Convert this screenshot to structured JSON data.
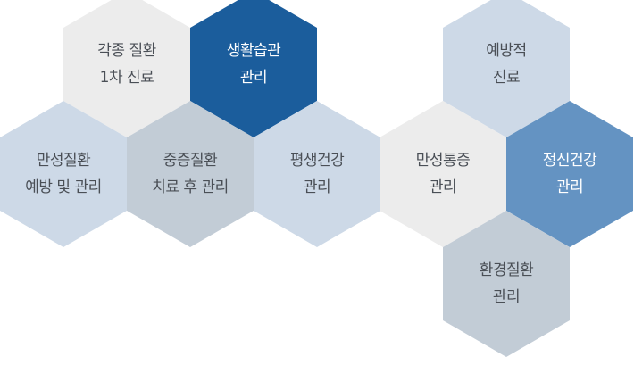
{
  "colors": {
    "white_gray": "#ececec",
    "light_blue": "#cdd9e7",
    "gray_blue": "#c2ccd6",
    "dark_blue": "#1b5d9c",
    "mid_blue": "#6493c2",
    "text_dark": "#4a4f56",
    "text_light": "#ffffff"
  },
  "hexagons": [
    {
      "id": "hex-primary-care",
      "line1": "각종 질환",
      "line2": "1차 진료",
      "fill": "#ececec",
      "text": "dark"
    },
    {
      "id": "hex-lifestyle",
      "line1": "생활습관",
      "line2": "관리",
      "fill": "#1b5d9c",
      "text": "light"
    },
    {
      "id": "hex-chronic-prevention",
      "line1": "만성질환",
      "line2": "예방 및 관리",
      "fill": "#cdd9e7",
      "text": "dark"
    },
    {
      "id": "hex-severe-aftercare",
      "line1": "중증질환",
      "line2": "치료 후 관리",
      "fill": "#c2ccd6",
      "text": "dark"
    },
    {
      "id": "hex-lifelong-health",
      "line1": "평생건강",
      "line2": "관리",
      "fill": "#cdd9e7",
      "text": "dark"
    },
    {
      "id": "hex-preventive",
      "line1": "예방적",
      "line2": "진료",
      "fill": "#cdd9e7",
      "text": "dark"
    },
    {
      "id": "hex-chronic-pain",
      "line1": "만성통증",
      "line2": "관리",
      "fill": "#ececec",
      "text": "dark"
    },
    {
      "id": "hex-mental-health",
      "line1": "정신건강",
      "line2": "관리",
      "fill": "#6493c2",
      "text": "light"
    },
    {
      "id": "hex-environmental",
      "line1": "환경질환",
      "line2": "관리",
      "fill": "#c2ccd6",
      "text": "dark"
    }
  ]
}
